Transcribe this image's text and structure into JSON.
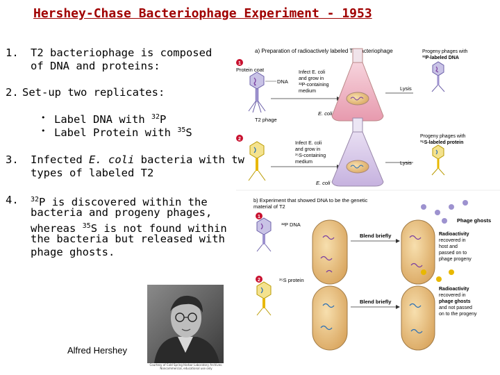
{
  "title": "Hershey-Chase Bacteriophage Experiment - 1953",
  "points": [
    {
      "num": "1.",
      "line1": "T2 bacteriophage is composed",
      "line2": "of DNA and proteins:"
    },
    {
      "num": "2.",
      "text": "Set-up two replicates:"
    },
    {
      "num": "3.",
      "line1_pre": "Infected ",
      "line1_em": "E. coli",
      "line1_post": " bacteria with tw",
      "line2": "types of labeled T2"
    },
    {
      "num": "4.",
      "line1_sup": "32",
      "line1": "P is discovered within the",
      "line2": "bacteria and progeny phages,",
      "line3_pre": "whereas ",
      "line3_sup": "35",
      "line3_post": "S is not found within",
      "line4": "the bacteria but released with",
      "line5": "phage ghosts."
    }
  ],
  "bullets": [
    {
      "mark": "•",
      "pre": "Label DNA with ",
      "sup": "32",
      "post": "P"
    },
    {
      "mark": "•",
      "pre": "Label Protein with ",
      "sup": "35",
      "post": "S"
    }
  ],
  "photo_caption": "Alfred Hershey",
  "photo_credit": "Courtesy of Cold Spring Harbor Laboratory Archives. Noncommercial, educational use only",
  "figure": {
    "a_title": "a) Preparation of radioactively labeled T2 bacteriophage",
    "protein_coat": "Protein coat",
    "dna": "DNA",
    "t2_phage": "T2 phage",
    "infect1": [
      "Infect E. coli",
      "and grow in",
      "³²P-containing",
      "medium"
    ],
    "infect2": [
      "Infect E. coli",
      "and grow in",
      "³⁵S-containing",
      "medium"
    ],
    "ecoli": "E. coli",
    "lysis": "Lysis",
    "progeny1": [
      "Progeny phages with",
      "³²P-labeled DNA"
    ],
    "progeny2": [
      "Progeny phages with",
      "³⁵S-labeled protein"
    ],
    "b_title": [
      "b) Experiment that showed DNA to be the genetic",
      "material of T2"
    ],
    "p32_dna": "³²P DNA",
    "s35_protein": "³⁵S protein",
    "blend": "Blend briefly",
    "phage_ghosts": "Phage ghosts",
    "result1": [
      "Radioactivity",
      "recovered in",
      "host and",
      "passed on to",
      "phage progeny"
    ],
    "result2": [
      "Radioactivity",
      "recovered in",
      "phage ghosts",
      "and not passed",
      "on to the progeny"
    ],
    "step1": "1",
    "step2": "2"
  },
  "colors": {
    "title": "#a00000",
    "red": "#c8102e",
    "dna_purple": "#7b3fa0",
    "protein_yellow": "#e8b800",
    "cell": "#e8c48a"
  }
}
